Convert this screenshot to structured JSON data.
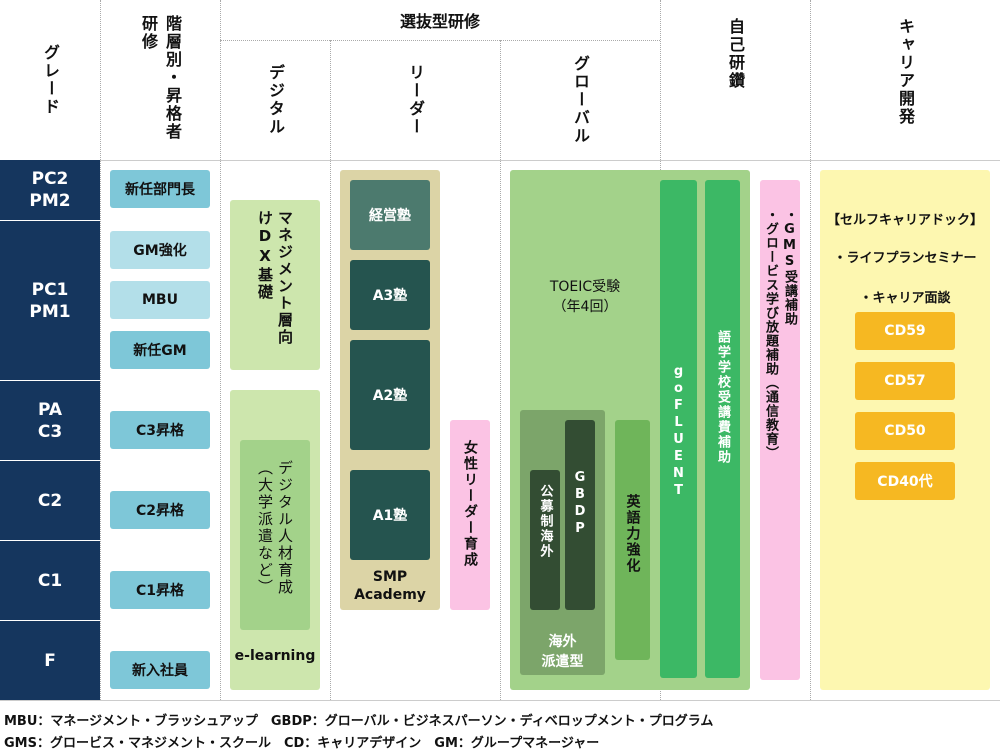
{
  "headers": {
    "grade": "グレード",
    "kaiso": "階層別・昇格者研修",
    "senbatsu": "選抜型研修",
    "digital": "デジタル",
    "leader": "リーダー",
    "global": "グローバル",
    "jiko": "自己研鑽",
    "career": "キャリア開発"
  },
  "grades": [
    "PC2\nPM2",
    "PC1\nPM1",
    "PA\nC3",
    "C2",
    "C1",
    "F"
  ],
  "kaiso_items": [
    "新任部門長",
    "GM強化",
    "MBU",
    "新任GM",
    "C3昇格",
    "C2昇格",
    "C1昇格",
    "新入社員"
  ],
  "digital": {
    "dx": "マネジメント層向けDX基礎",
    "elearning": "e-learning",
    "jinzai": "デジタル人材育成（大学派遣など）"
  },
  "leader": {
    "keiei": "経営塾",
    "a3": "A3塾",
    "a2": "A2塾",
    "a1": "A1塾",
    "smp": "SMP\nAcademy",
    "josei": "女性リーダー育成"
  },
  "global": {
    "toeic": "TOEIC受験\n（年4回）",
    "koubo": "公募制海外",
    "gbdp": "GBDP",
    "kaigai": "海外\n派遣型",
    "eigo": "英語力強化"
  },
  "jiko": {
    "gofluent": "goFLUENT",
    "gogaku": "語学学校受講費補助",
    "gms1": "・GMS受講補助",
    "gms2": "・グロービス学び放題補助（通信教育）"
  },
  "career": {
    "dock": "【セルフキャリアドック】",
    "plan": "・ライフプランセミナー",
    "mendan": "・キャリア面談",
    "cd": [
      "CD59",
      "CD57",
      "CD50",
      "CD40代"
    ]
  },
  "footer": {
    "line1": "MBU：マネージメント・ブラッシュアップ　GBDP：グローバル・ビジネスパーソン・ディベロップメント・プログラム",
    "line2": "GMS：グロービス・マネジメント・スクール　CD：キャリアデザイン　GM：グループマネージャー"
  },
  "colors": {
    "navy": "#15365e",
    "light_green": "#cde6ad",
    "mid_green": "#a3d28a",
    "dark_teal": "#25544f",
    "khaki": "#dcd4a6",
    "pink": "#fbc3e4",
    "green": "#3cb865",
    "yellow": "#fdf7b0",
    "orange": "#f6b822"
  }
}
